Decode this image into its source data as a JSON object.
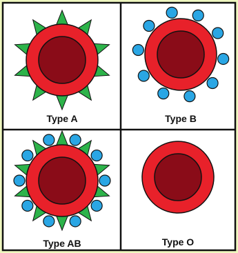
{
  "colors": {
    "page_background": "#f0f8c0",
    "panel_background": "#ffffff",
    "grid_line": "#111111",
    "cell_outer_red": "#e8212a",
    "cell_inner_maroon": "#8a0c18",
    "antigen_a_green": "#2db34a",
    "antigen_b_blue": "#2aa6e4"
  },
  "panels": [
    {
      "label": "Type A",
      "antigens": [
        "a-antigen"
      ]
    },
    {
      "label": "Type B",
      "antigens": [
        "b-antigen"
      ]
    },
    {
      "label": "Type AB",
      "antigens": [
        "a-antigen",
        "b-antigen"
      ]
    },
    {
      "label": "Type O",
      "antigens": []
    }
  ]
}
